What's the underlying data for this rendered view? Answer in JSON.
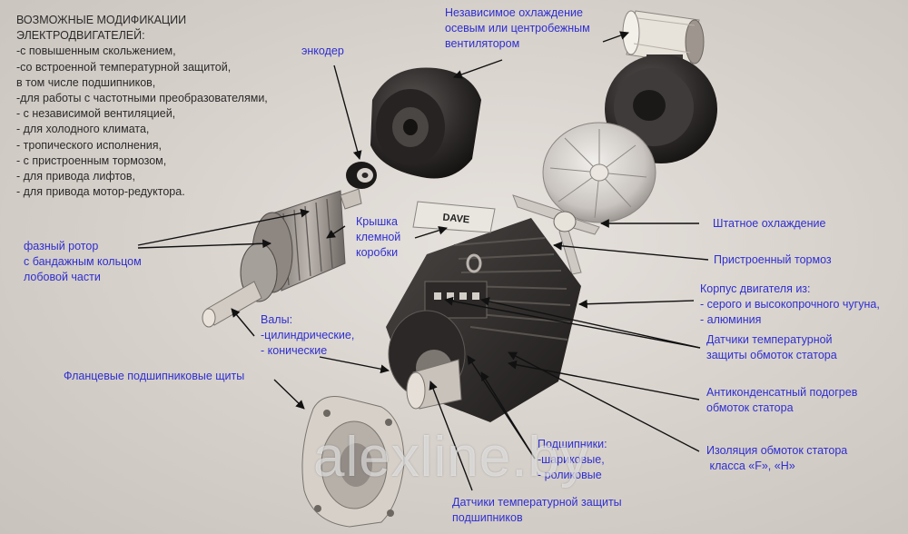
{
  "modifications": {
    "title_line1": "ВОЗМОЖНЫЕ МОДИФИКАЦИИ",
    "title_line2": "ЭЛЕКТРОДВИГАТЕЛЕЙ:",
    "items": [
      "-с повышенным скольжением,",
      "-со встроенной температурной защитой,",
      " в том числе подшипников,",
      "-для работы с частотными преобразователями,",
      "- с независимой вентиляцией,",
      "- для холодного климата,",
      "- тропического исполнения,",
      "- с пристроенным тормозом,",
      "- для привода лифтов,",
      "- для привода мотор-редуктора."
    ]
  },
  "labels": {
    "encoder": "энкодер",
    "independent_cooling": [
      "Независимое охлаждение",
      "осевым или центробежным",
      "вентилятором"
    ],
    "rotor": [
      "фазный ротор",
      "с бандажным кольцом",
      "лобовой части"
    ],
    "terminal_cover": [
      "Крышка",
      "клемной",
      "коробки"
    ],
    "standard_cooling": "Штатное охлаждение",
    "brake": "Пристроенный тормоз",
    "housing": [
      "Корпус двигателя из:",
      "- серого и высокопрочного чугуна,",
      "- алюминия"
    ],
    "shafts": [
      "Валы:",
      "-цилиндрические,",
      "- конические"
    ],
    "stator_temp_sensors": [
      "Датчики температурной",
      "защиты обмоток статора"
    ],
    "flange_shields": "Фланцевые подшипниковые щиты",
    "anticondensation": [
      "Антиконденсатный подогрев",
      "обмоток статора"
    ],
    "bearings": [
      "Подшипники:",
      "-шариковые,",
      "- роликовые"
    ],
    "insulation": [
      "Изоляция обмоток статора",
      " класса «F», «H»"
    ],
    "bearing_temp_sensors": [
      "Датчики температурной защиты",
      "подшипников"
    ]
  },
  "nameplate_text": "DAVE",
  "watermark": "alexline.by",
  "colors": {
    "label_blue": "#2f2fd0",
    "text_dark": "#2a2a2a",
    "background": "#d9d4cf"
  }
}
